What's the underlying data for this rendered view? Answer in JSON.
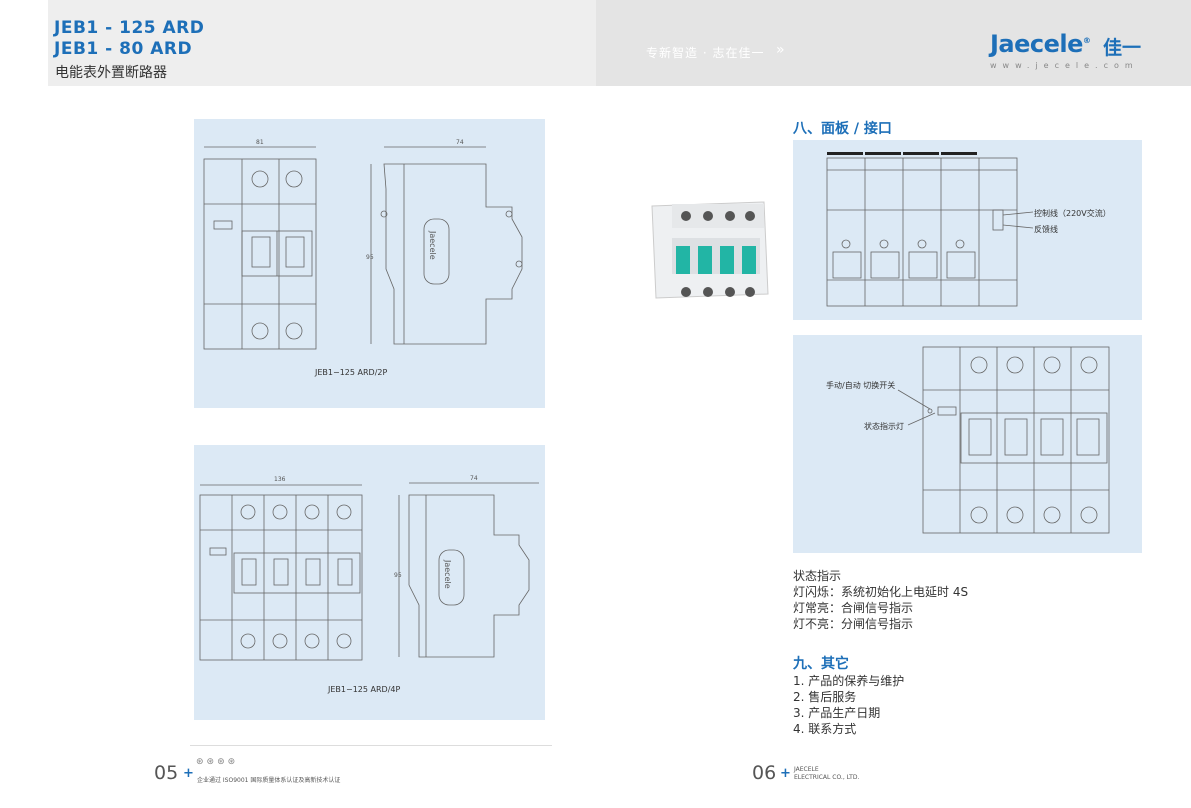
{
  "header": {
    "title_line1": "JEB1 - 125 ARD",
    "title_line2": "JEB1 - 80   ARD",
    "subtitle": "电能表外置断路器",
    "slogan": "专新智造 · 志在佳一",
    "logo_text": "Jaecele",
    "logo_cn": "佳一",
    "website": "www.jecele.com"
  },
  "left_page": {
    "drawing_2p": {
      "caption": "JEB1−125  ARD/2P",
      "width_dim": "81",
      "depth_dim": "74",
      "height_dim": "95"
    },
    "drawing_4p": {
      "caption": "JEB1−125  ARD/4P",
      "width_dim": "136",
      "depth_dim": "74",
      "height_dim": "95"
    },
    "page_number": "05",
    "cert_text": "企业通过 ISO9001 国际质量体系认证及高新技术认证"
  },
  "right_page": {
    "section8_title": "八、面板 / 接口",
    "panel_labels": {
      "control_line": "控制线（220V交流）",
      "feedback_line": "反馈线",
      "switch": "手动/自动  切换开关",
      "indicator": "状态指示灯"
    },
    "status": {
      "title": "状态指示",
      "lines": [
        "灯闪烁：系统初始化上电延时 4S",
        "灯常亮：合闸信号指示",
        "灯不亮：分闸信号指示"
      ]
    },
    "section9_title": "九、其它",
    "others": [
      "1. 产品的保养与维护",
      "2. 售后服务",
      "3. 产品生产日期",
      "4. 联系方式"
    ],
    "page_number": "06",
    "company_line1": "JAECELE",
    "company_line2": "ELECTRICAL  CO., LTD."
  },
  "colors": {
    "brand": "#1d6fb8",
    "panel_bg": "#dce9f5",
    "device_green": "#22b5a5"
  }
}
